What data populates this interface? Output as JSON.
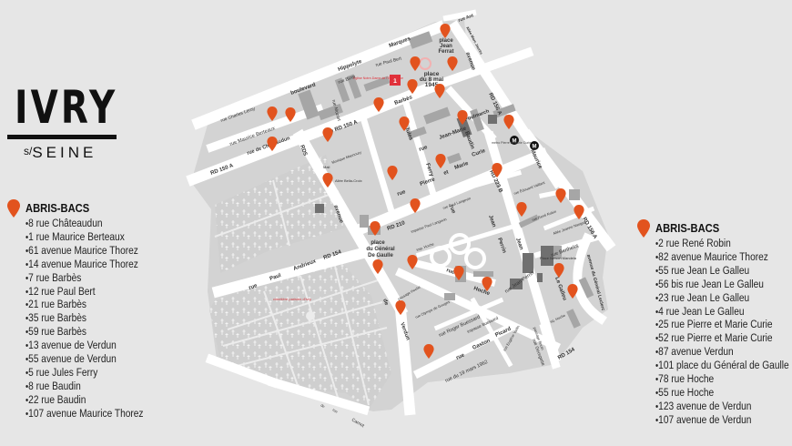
{
  "brand": {
    "name": "IVRY",
    "suffix_prefix": "s/",
    "suffix": "SEINE"
  },
  "colors": {
    "background": "#e6e6e6",
    "block": "#d3d3d3",
    "road": "#ffffff",
    "building": "#a6a6a6",
    "building_dark": "#707070",
    "pin": "#e2531e",
    "landmark_red": "#e0303a",
    "text": "#222222"
  },
  "legend_left": {
    "title": "ABRIS-BACS",
    "items": [
      "8 rue Châteaudun",
      "1 rue Maurice Berteaux",
      "61 avenue Maurice Thorez",
      "14 avenue Maurice Thorez",
      "7 rue Barbès",
      "12 rue Paul Bert",
      "21 rue Barbès",
      "35 rue Barbès",
      "59 rue Barbès",
      "13 avenue de Verdun",
      "55 avenue de Verdun",
      "5 rue Jules Ferry",
      "8 rue Baudin",
      "22 rue Baudin",
      "107 avenue Maurice Thorez"
    ]
  },
  "legend_right": {
    "title": "ABRIS-BACS",
    "items": [
      "2 rue René Robin",
      "82 avenue Maurice Thorez",
      "55 rue Jean Le Galleu",
      "56 bis rue Jean Le Galleu",
      "23 rue Jean Le Galleu",
      "4 rue Jean Le Galleu",
      "25 rue Pierre et Marie Curie",
      "52 rue Pierre et Marie Curie",
      "87 avenue Verdun",
      "101 place du Général de Gaulle",
      "78 rue Hoche",
      "55 rue Hoche",
      "123 avenue de Verdun",
      "107 avenue de Verdun"
    ]
  },
  "map": {
    "labels": {
      "rue_ant": "rue Ant",
      "allee_jaures": "Allée Marc Jaurès",
      "place_jean_ferrat": [
        "place",
        "Jean",
        "Ferrat"
      ],
      "marques": "Marques",
      "hippolyte": "Hippolyte",
      "boulevard": "boulevard",
      "avenue_top": "avenue",
      "rue_paul_bert": "rue Paul Bert",
      "rue_bizet": "rue Bizet",
      "eglise": "Église Notre-Dame de l'Espérance",
      "place_8_mai": [
        "place",
        "du 8 mai",
        "1945"
      ],
      "barbes": "Barbès",
      "rue_mozart": "rue Mozart",
      "rd156a_top": "RD 156 A",
      "poulmarch": "Poulmarch",
      "rue_charles_leroy": "rue Charles Leroy",
      "rue_maurice_berteaux": "rue Maurice Berteaux",
      "rue_chateaudun": "rue de Châteaudun",
      "rd150a_left": "RD 150 A",
      "rd150a_mid": "rue RD 150 A",
      "rd5": "RD5",
      "mail": "Mail",
      "monique_maunoury": "Monique Maunoury",
      "allee_bella": "Allée Bella-Croix",
      "avenue_mid": "avenue",
      "jean_marie": "Jean-Marie",
      "rue_jean_marie": "rue",
      "ferry": "Ferry",
      "jules": "Jules",
      "baudin": "Baudin",
      "metro_label": "métro Pierre et Marie Curie",
      "maurice": "Maurice",
      "curie": "Curie",
      "marie": "Marie",
      "et": "et",
      "pierre": "Pierre",
      "rue_pierre": "rue",
      "rd223b": "RD 223 B",
      "rue_edouard": "rue Édouard Vaillant",
      "rue_rene_robin": "rue René Robin",
      "allee_jeanne": "Allée Jeanne Naegaz",
      "rue_berthelot": "rue Berthelot",
      "rd156a_right": "RD 156 A",
      "rue_paul_langevin": "rue Paul Langevin",
      "impasse_langevin": "impasse Paul Langevin",
      "imp_hoche": "imp. Hoche",
      "rd210": "RD 210",
      "place_gaulle": [
        "place",
        "du Général",
        "De Gaulle"
      ],
      "rue_jean": "rue",
      "jean": "Jean",
      "perrin": "Perrin",
      "rue_jean_perrin": "rue Jean Perrin",
      "place_gougon": "Place Nelson Mandela",
      "jean_galleu": "Jean",
      "le_galleu": "Le Galleu",
      "avenue_leclerc": "avenue du Général Leclerc",
      "passage_hoche": "passage Hoche",
      "rue_hoche": "rue",
      "hoche": "Hoche",
      "rue_olympe": "rue Olympe de Gouges",
      "rue_roger": "rue Roger Buessard",
      "impasse_buessard": "impasse Buessard",
      "gaston": "Gaston",
      "picard": "Picard",
      "rue_gaston": "rue",
      "rue_19_mars": "rue du 19 mars 1962",
      "rue_eugene": "rue Eugène Varlin",
      "rue_georgette": "rue Georgette",
      "passage_bouin": "passage Bouin",
      "sq_hoche": "sq. Hoche",
      "rd154_right": "RD 154",
      "de": "de",
      "verdun": "Verdun",
      "rue_left": "rue",
      "paul": "Paul",
      "andrieux": "Andrieux",
      "rd154_left": "RD 154",
      "cimetiere": "cimetière parisien d'Ivry",
      "carnot": "Carnot",
      "rue_carnot": "rue",
      "de_carnot": "de"
    }
  }
}
